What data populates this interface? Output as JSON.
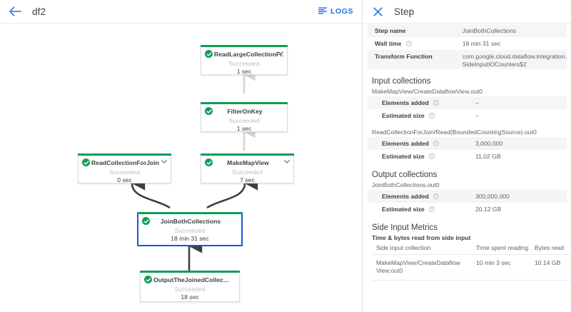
{
  "toolbar": {
    "back_icon": "back-arrow-icon",
    "job_name": "df2",
    "logs_label": "LOGS",
    "logs_icon": "logs-list-icon",
    "accent_color": "#1a73e8"
  },
  "graph": {
    "status_color": "#0f9d58",
    "selected_border_color": "#1a56db",
    "nodes": [
      {
        "id": "read-large-collection",
        "name": "ReadLargeCollectionFr...",
        "status": "Succeeded",
        "time": "1 sec",
        "has_chevron": true,
        "selected": false
      },
      {
        "id": "filter-on-key",
        "name": "FilterOnKey",
        "status": "Succeeded",
        "time": "1 sec",
        "has_chevron": false,
        "selected": false
      },
      {
        "id": "read-collection-for-join",
        "name": "ReadCollectionForJoin",
        "status": "Succeeded",
        "time": "0 sec",
        "has_chevron": true,
        "selected": false
      },
      {
        "id": "make-map-view",
        "name": "MakeMapView",
        "status": "Succeeded",
        "time": "7 sec",
        "has_chevron": true,
        "selected": false
      },
      {
        "id": "join-both-collections",
        "name": "JoinBothCollections",
        "status": "Succeeded",
        "time": "18 min 31 sec",
        "has_chevron": false,
        "selected": true
      },
      {
        "id": "output-the-joined-collection",
        "name": "OutputTheJoinedCollec...",
        "status": "Succeeded",
        "time": "18 sec",
        "has_chevron": false,
        "selected": false
      }
    ]
  },
  "panel": {
    "close_icon": "close-x-icon",
    "title": "Step",
    "summary": [
      {
        "key": "Step name",
        "help": false,
        "value": "JoinBothCollections"
      },
      {
        "key": "Wall time",
        "help": true,
        "value": "18 min 31 sec"
      },
      {
        "key": "Transform Function",
        "help": false,
        "value": "com.google.cloud.dataflow.integration. SideInputIOCounters$2"
      }
    ],
    "input_collections": {
      "title": "Input collections",
      "groups": [
        {
          "name": "MakeMapView/CreateDataflowView.out0",
          "rows": [
            {
              "key": "Elements added",
              "help": true,
              "value": "–"
            },
            {
              "key": "Estimated size",
              "help": true,
              "value": "–"
            }
          ]
        },
        {
          "name": "ReadCollectionForJoin/Read(BoundedCountingSource).out0",
          "rows": [
            {
              "key": "Elements added",
              "help": true,
              "value": "3,000,000"
            },
            {
              "key": "Estimated size",
              "help": true,
              "value": "11.02 GB"
            }
          ]
        }
      ]
    },
    "output_collections": {
      "title": "Output collections",
      "groups": [
        {
          "name": "JoinBothCollections.out0",
          "rows": [
            {
              "key": "Elements added",
              "help": true,
              "value": "300,000,000"
            },
            {
              "key": "Estimated size",
              "help": true,
              "value": "20.12 GB"
            }
          ]
        }
      ]
    },
    "side_input_metrics": {
      "title": "Side Input Metrics",
      "subtitle": "Time & bytes read from side input",
      "columns": [
        "Side input collection",
        "Time spent reading",
        "Bytes read"
      ],
      "rows": [
        {
          "collection": "MakeMapView/CreateDataflow View.out0",
          "time_spent": "10 min 3 sec",
          "bytes_read": "10.14 GB"
        }
      ]
    }
  }
}
